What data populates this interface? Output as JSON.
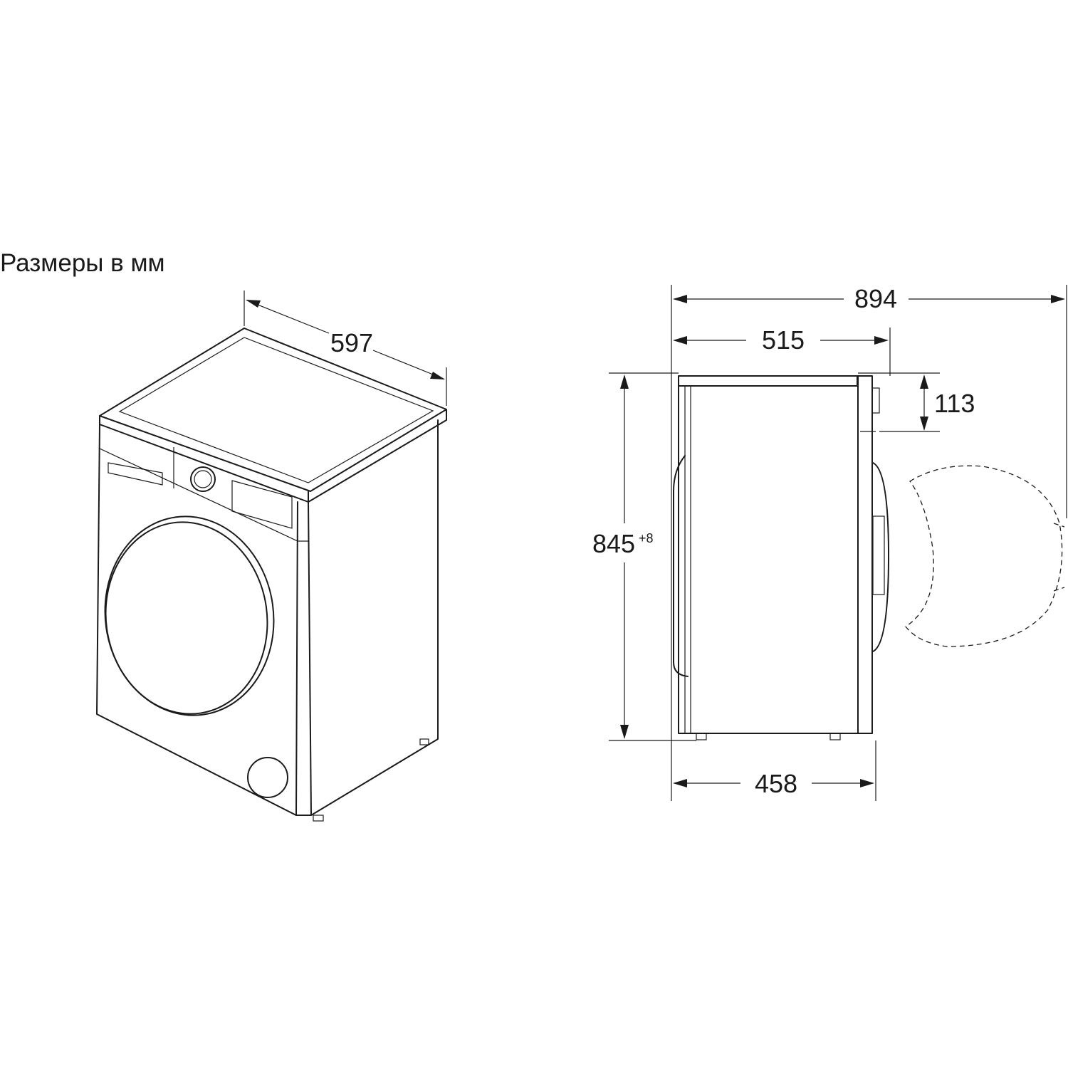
{
  "caption": "Размеры в мм",
  "dimensions": {
    "width": "597",
    "total_depth_door_open": "894",
    "depth": "515",
    "door_protrusion": "113",
    "height": "845",
    "height_tolerance": "+8",
    "base_depth": "458"
  }
}
